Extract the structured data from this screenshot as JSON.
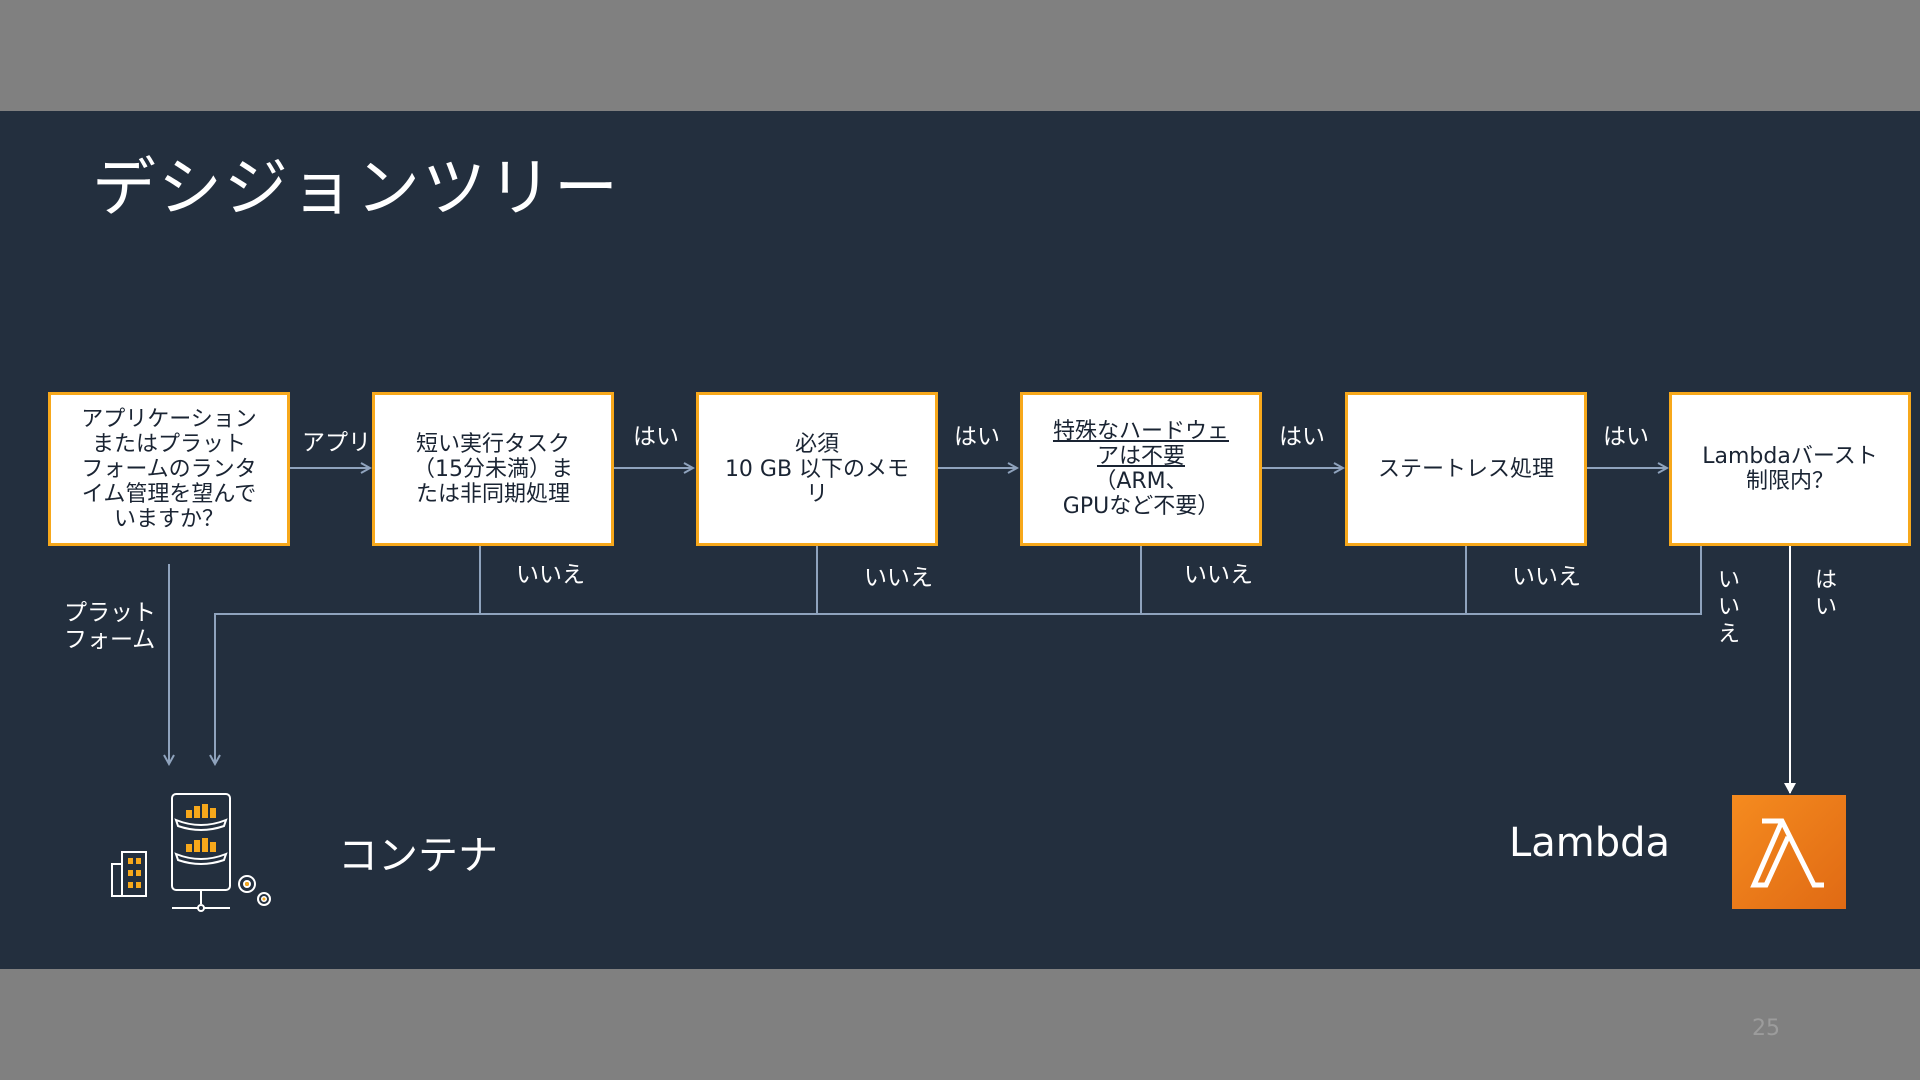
{
  "title": "デシジョンツリー",
  "nodes": {
    "n1": [
      "アプリケーション",
      "またはプラット",
      "フォームのランタ",
      "イム管理を望んで",
      "いますか？"
    ],
    "n2": [
      "短い実行タスク",
      "（15分未満）ま",
      "たは非同期処理"
    ],
    "n3": [
      "必須",
      "10 GB 以下のメモ",
      "リ"
    ],
    "n4_underlined": [
      "特殊なハードウェ",
      "アは不要 "
    ],
    "n4_rest": [
      "（ARM、",
      "GPUなど不要）"
    ],
    "n5": [
      "ステートレス処理"
    ],
    "n6": [
      "Lambdaバースト",
      "制限内？"
    ]
  },
  "labels": {
    "app": "アプリ",
    "platform": [
      "プラット",
      "フォーム"
    ],
    "yes": "はい",
    "no": "いいえ"
  },
  "results": {
    "container": "コンテナ",
    "lambda": "Lambda"
  },
  "page_number": "25",
  "colors": {
    "background": "#232f3e",
    "box_border": "#f7a81b",
    "line": "#8fa3bd",
    "lambda_orange": "#f58b1f"
  },
  "icons": [
    "container-icon",
    "lambda-icon"
  ]
}
